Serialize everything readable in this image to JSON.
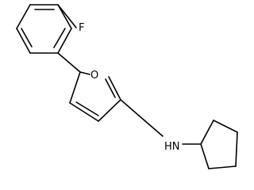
{
  "molecule": {
    "atom_labels": {
      "fluorine": "F",
      "furan_oxygen": "O",
      "amine": "HN"
    },
    "bond_color": "#000000",
    "rings": [
      "fluorophenyl",
      "furan",
      "cyclopentyl"
    ]
  }
}
